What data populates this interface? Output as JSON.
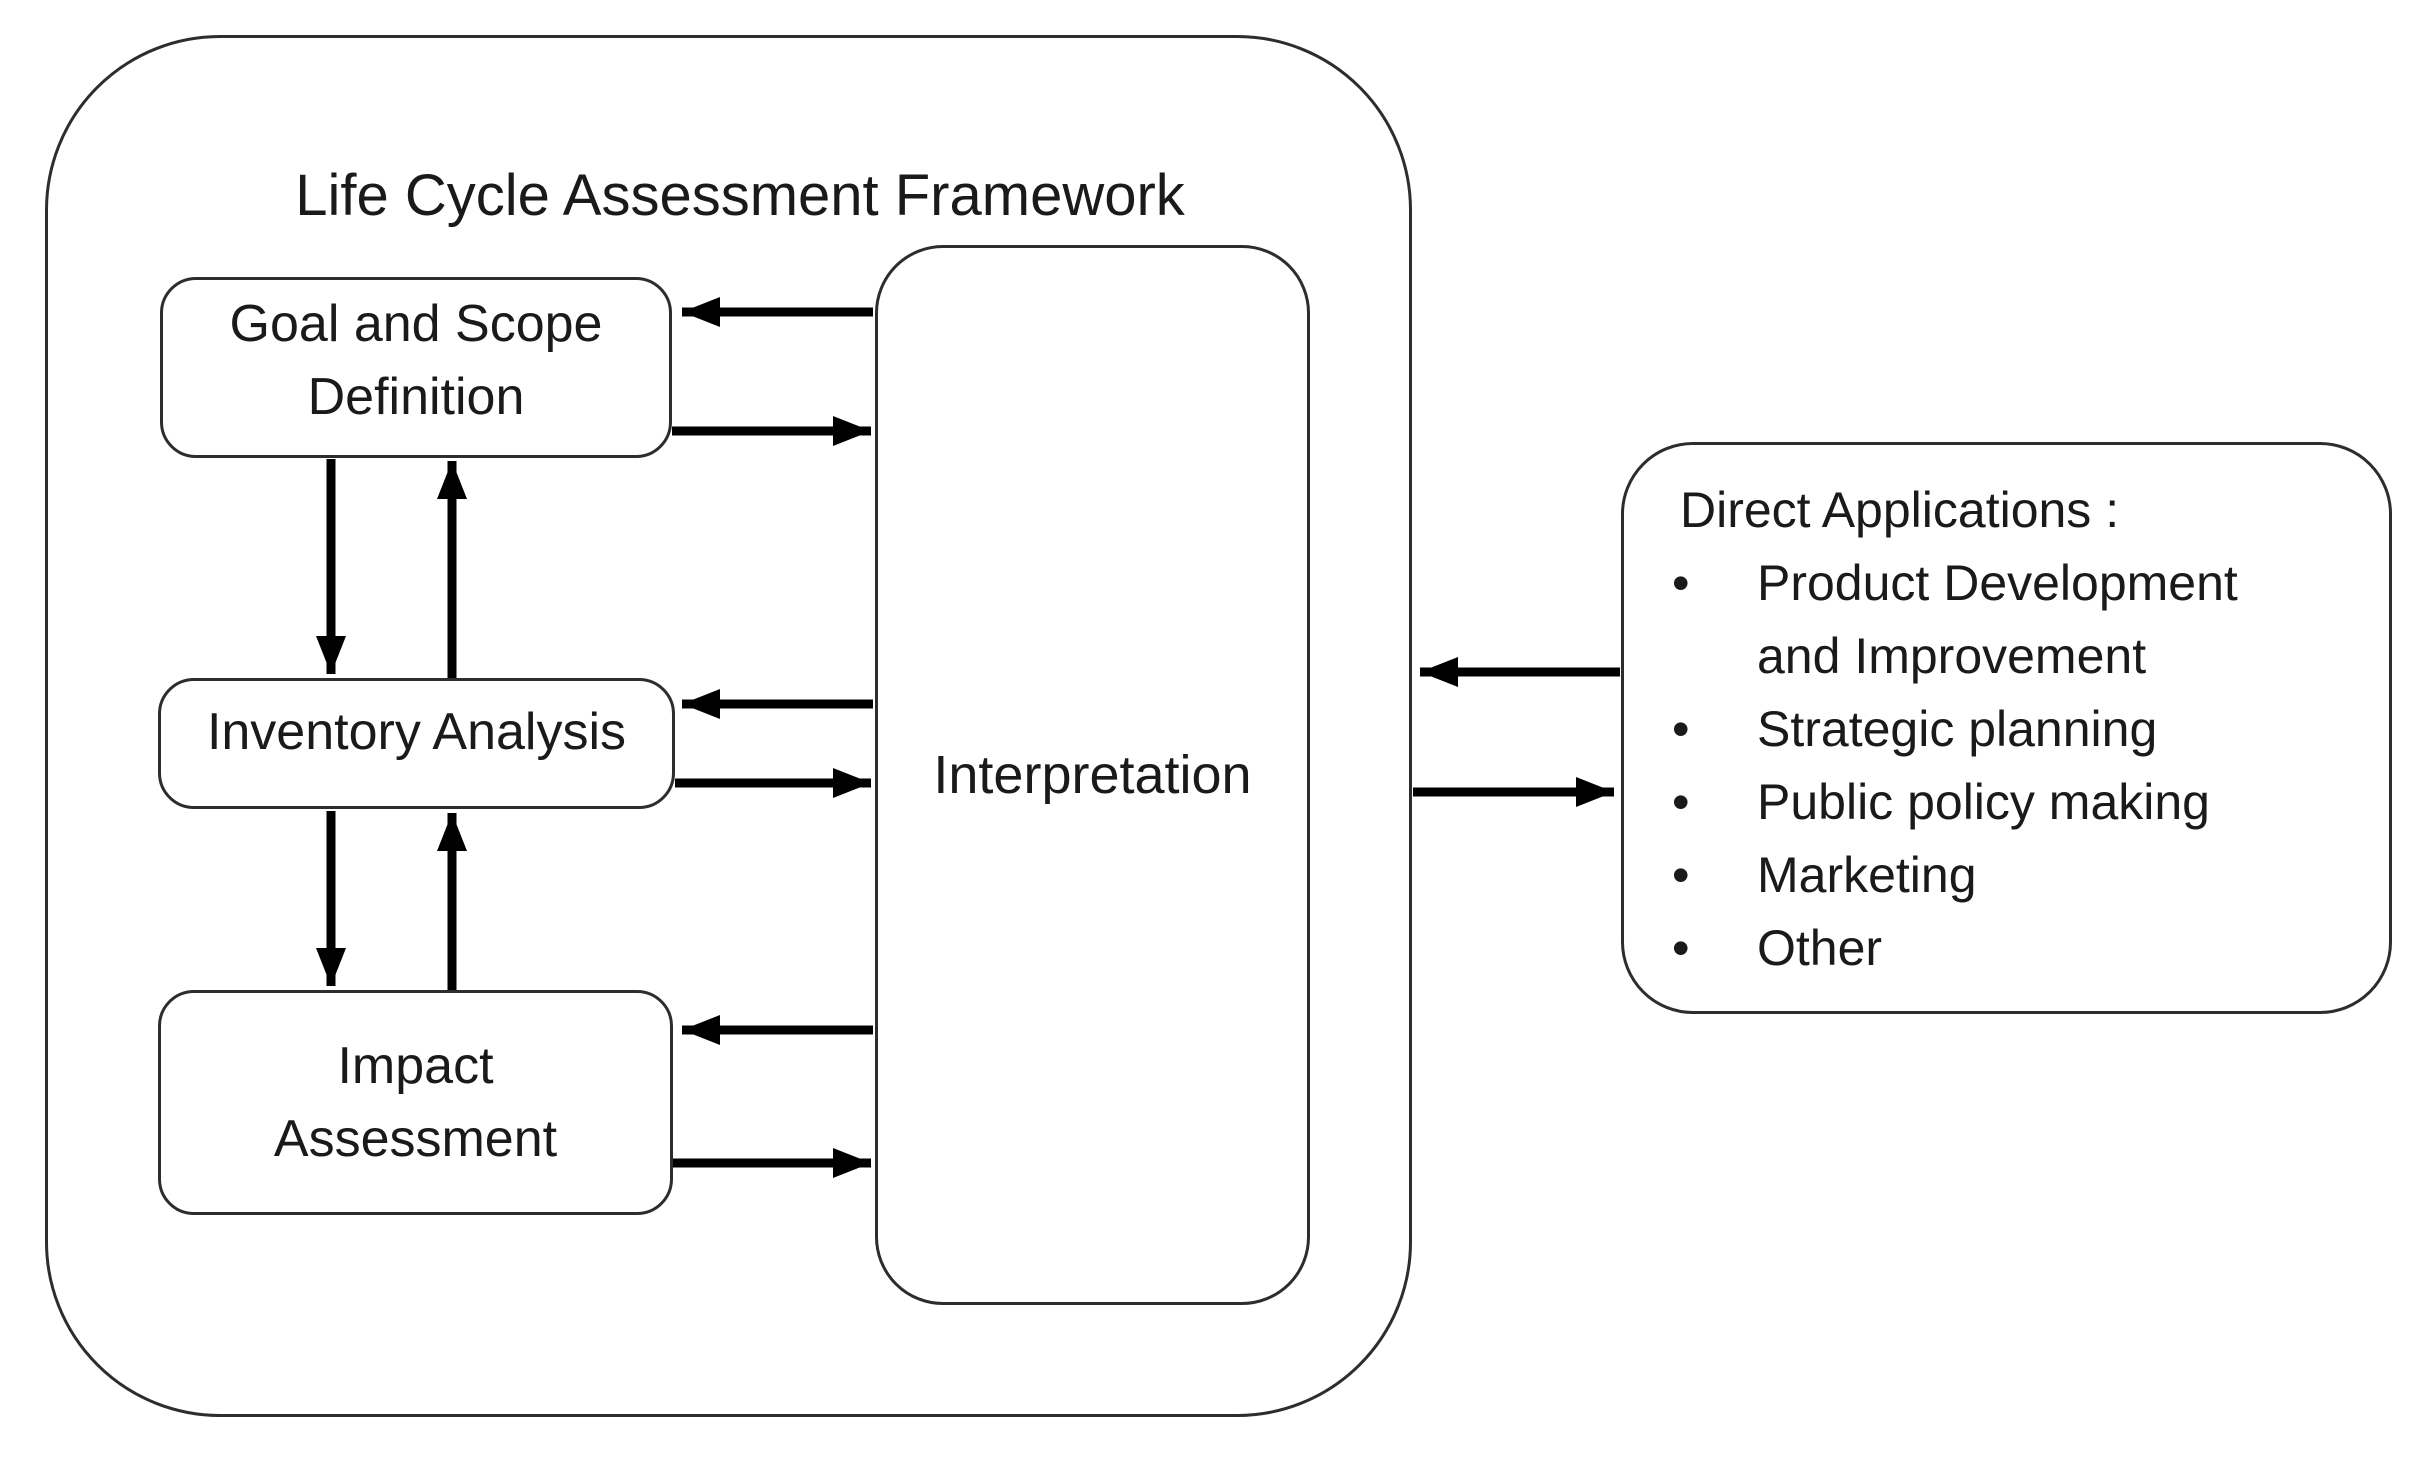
{
  "diagram": {
    "title": "Life Cycle Assessment Framework",
    "boxes": {
      "goal": {
        "lines": [
          "Goal and Scope",
          "Definition"
        ]
      },
      "inventory": {
        "lines": [
          "Inventory Analysis"
        ]
      },
      "impact": {
        "lines": [
          "Impact",
          "Assessment"
        ]
      },
      "interpretation": {
        "label": "Interpretation"
      }
    },
    "direct_applications": {
      "heading": "Direct Applications :",
      "items": [
        "Product Development and Improvement",
        "Strategic planning",
        "Public policy making",
        "Marketing",
        "Other"
      ]
    },
    "colors": {
      "background": "#ffffff",
      "border": "#2d2d2d",
      "arrow": "#000000",
      "text": "#1a1a1a"
    }
  }
}
